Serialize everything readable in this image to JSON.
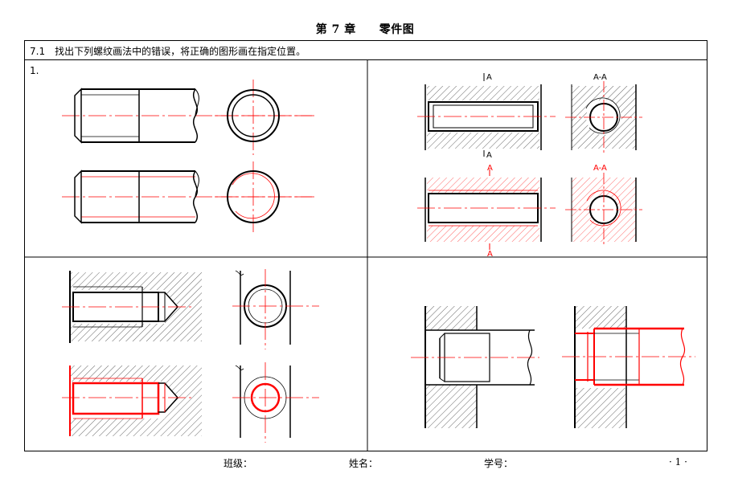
{
  "header": {
    "chapter_title": "第 7 章　　零件图"
  },
  "exercise": {
    "text": "7.1　找出下列螺纹画法中的错误，将正确的图形画在指定位置。",
    "item_label": "1."
  },
  "section_labels": {
    "arrow_letter": "A",
    "section_view": "A-A"
  },
  "colors": {
    "ink": "#000000",
    "correction": "#ff0000"
  },
  "footer": {
    "class_label": "班级：",
    "name_label": "姓名：",
    "student_id_label": "学号：",
    "page_number": "· 1 ·"
  }
}
